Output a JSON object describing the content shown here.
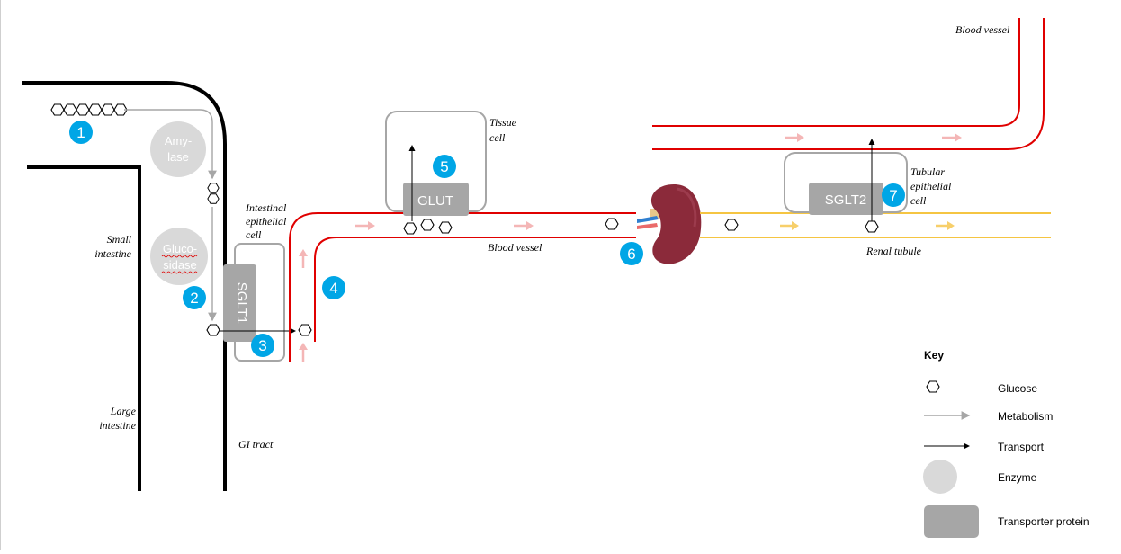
{
  "labels": {
    "small_intestine": [
      "Small",
      "intestine"
    ],
    "large_intestine": [
      "Large",
      "intestine"
    ],
    "gi_tract": "GI tract",
    "intestinal_epithelial_cell": [
      "Intestinal",
      "epithelial",
      "cell"
    ],
    "tissue_cell": [
      "Tissue",
      "cell"
    ],
    "blood_vessel_main": "Blood vessel",
    "blood_vessel_top": "Blood vessel",
    "tubular_epithelial_cell": [
      "Tubular",
      "epithelial",
      "cell"
    ],
    "renal_tubule": "Renal tubule"
  },
  "enzymes": {
    "amylase": [
      "Amy-",
      "lase"
    ],
    "glucosidase": [
      "Gluco-",
      "sidase"
    ]
  },
  "transporters": {
    "sglt1": "SGLT1",
    "glut": "GLUT",
    "sglt2": "SGLT2"
  },
  "steps": [
    "1",
    "2",
    "3",
    "4",
    "5",
    "6",
    "7"
  ],
  "key": {
    "title": "Key",
    "items": [
      "Glucose",
      "Metabolism",
      "Transport",
      "Enzyme",
      "Transporter protein"
    ]
  },
  "colors": {
    "vessel": "#e00000",
    "tubule": "#f5c542",
    "step_badge": "#00a6e6",
    "enzyme": "#d9d9d9",
    "transporter": "#a6a6a6",
    "flow_arrow": "#f4b6b6",
    "tubule_arrow": "#f7cf6a"
  }
}
